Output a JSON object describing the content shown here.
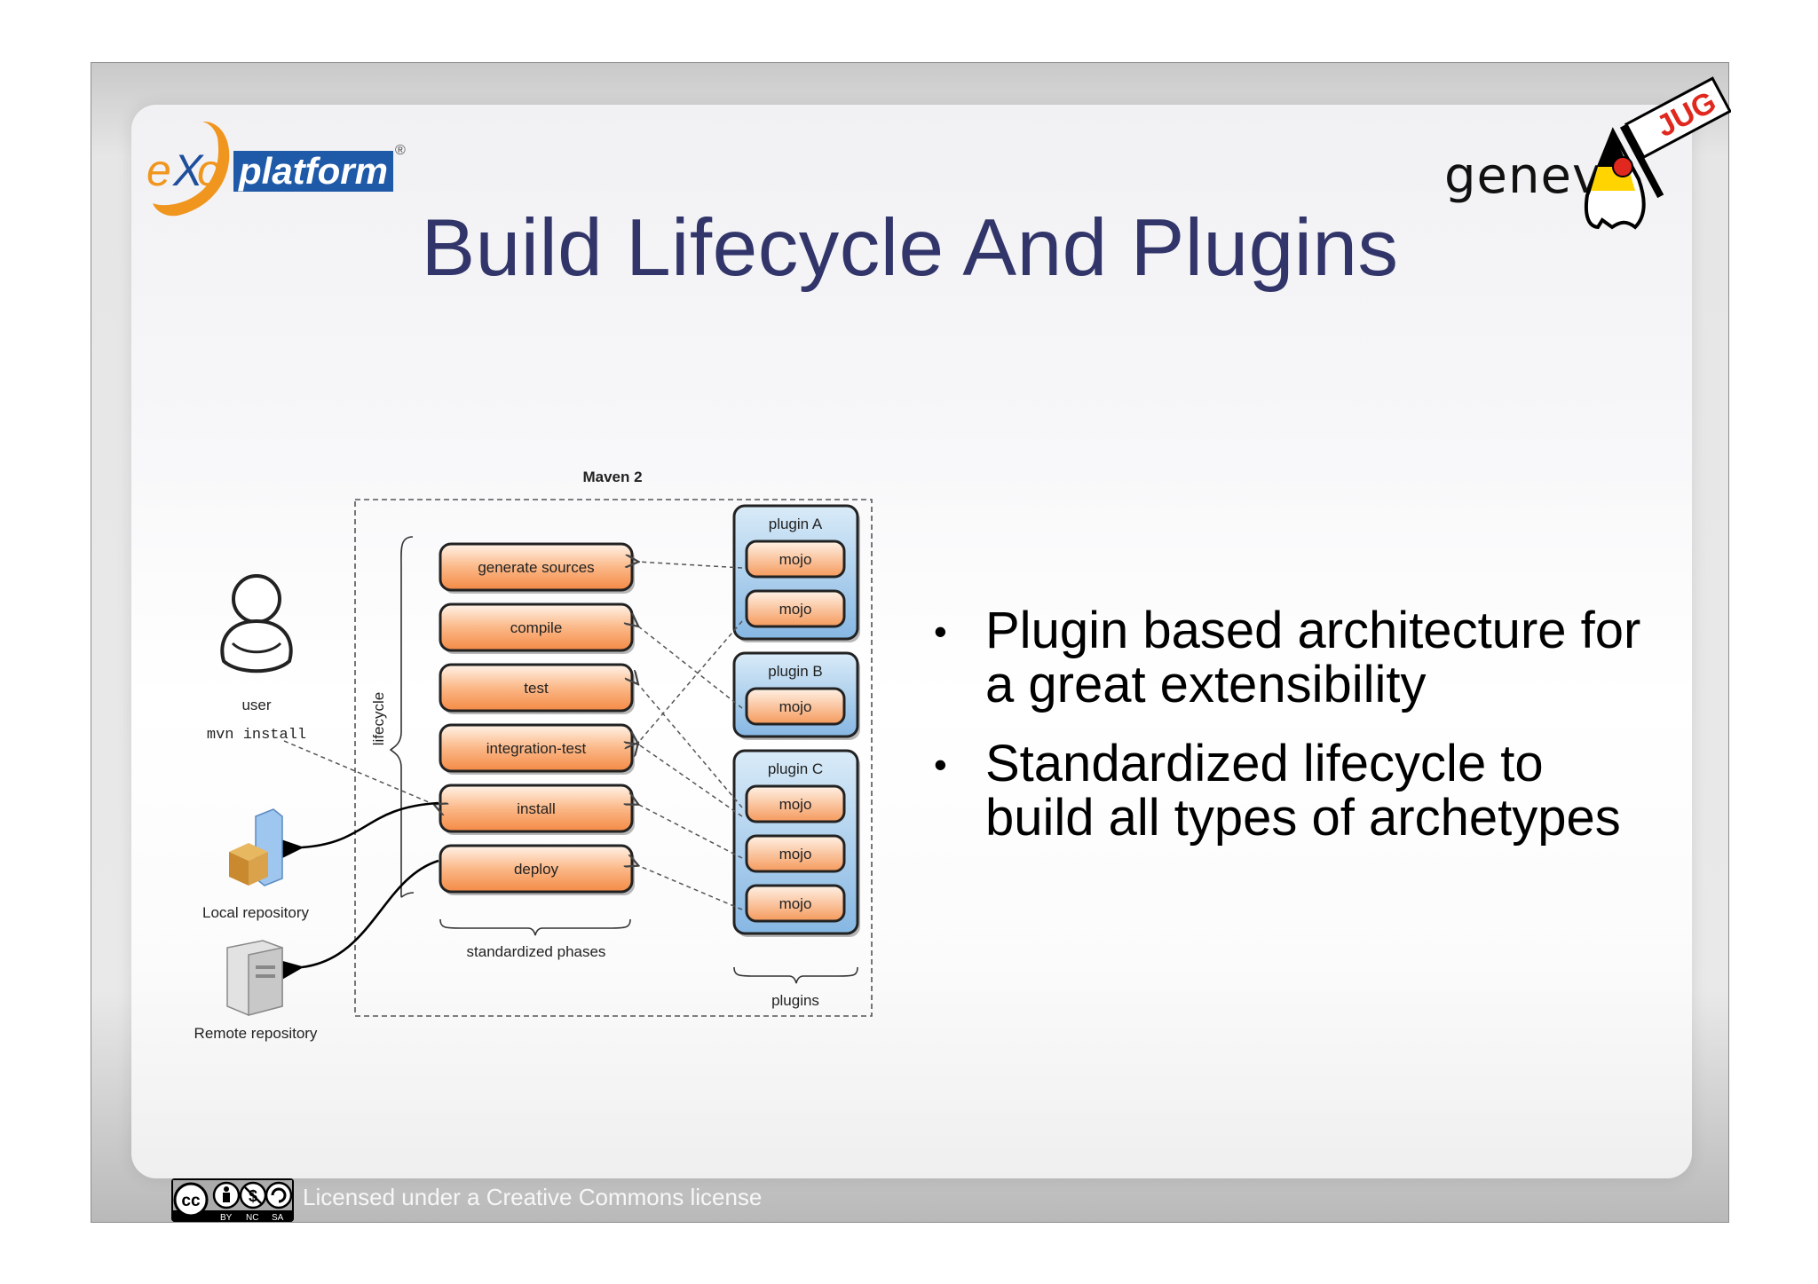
{
  "slide": {
    "title": "Build Lifecycle And Plugins",
    "bullets": [
      "Plugin based architecture for a great extensibility",
      "Standardized lifecycle to build all types of archetypes"
    ],
    "footer": "Licensed under a Creative Commons license"
  },
  "logos": {
    "exo": {
      "e": "e",
      "x": "X",
      "o": "o",
      "platform": "platform",
      "reg": "®"
    },
    "jug": {
      "geneva": "genev",
      "jug": "JUG"
    },
    "cc_badge": {
      "cc": "cc",
      "by": "BY",
      "nc": "NC",
      "sa": "SA"
    }
  },
  "diagram": {
    "title": "Maven 2",
    "user_label": "user",
    "command": "mvn install",
    "lifecycle_label": "lifecycle",
    "phases": [
      "generate sources",
      "compile",
      "test",
      "integration-test",
      "install",
      "deploy"
    ],
    "phases_caption": "standardized phases",
    "plugins": [
      {
        "name": "plugin A",
        "mojos": [
          "mojo",
          "mojo"
        ]
      },
      {
        "name": "plugin B",
        "mojos": [
          "mojo"
        ]
      },
      {
        "name": "plugin C",
        "mojos": [
          "mojo",
          "mojo",
          "mojo"
        ]
      }
    ],
    "plugins_caption": "plugins",
    "local_repo": "Local repository",
    "remote_repo": "Remote repository"
  },
  "colors": {
    "title": "#323569",
    "phase_fill": "#f7a063",
    "plugin_fill": "#8fbde6",
    "exo_orange": "#f0961e",
    "exo_blue": "#1f5aa8"
  }
}
